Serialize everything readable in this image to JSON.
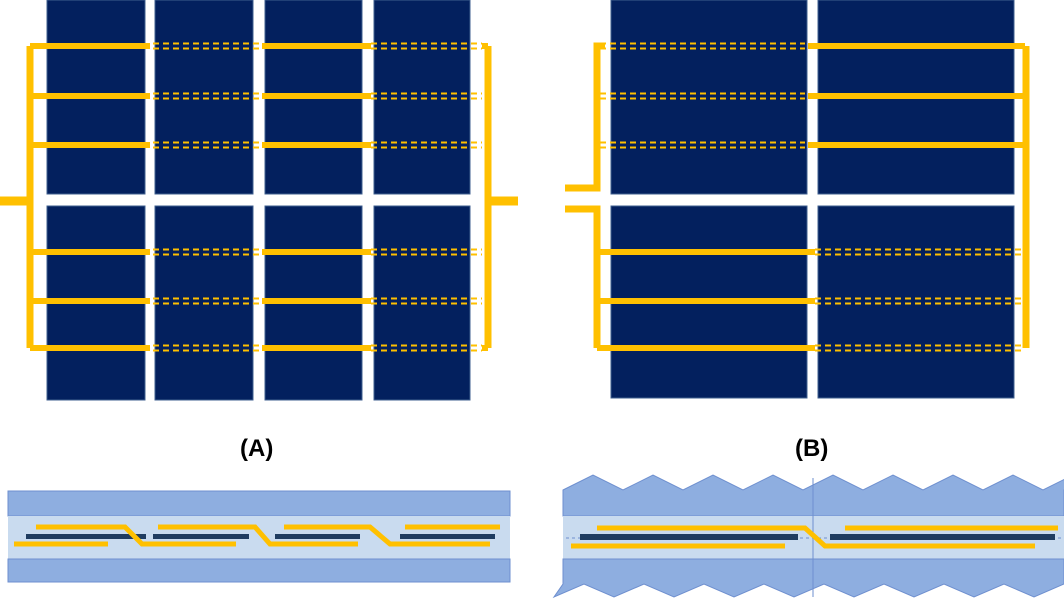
{
  "labels": {
    "panel_a": "(A)",
    "panel_b": "(B)"
  },
  "colors": {
    "cell": "#03205e",
    "cell_edge": "#3f5f8f",
    "ribbon": "#ffc000",
    "glass": "#8eaee0",
    "glass_edge": "#6e8fcf",
    "encapsulant": "#c9dbef",
    "string_bar": "#1f3c60"
  },
  "icons": {
    "ribbon_solid": "solid-ribbon-line",
    "ribbon_hidden": "dashed-ribbon-line",
    "cell": "solar-cell-rectangle"
  }
}
